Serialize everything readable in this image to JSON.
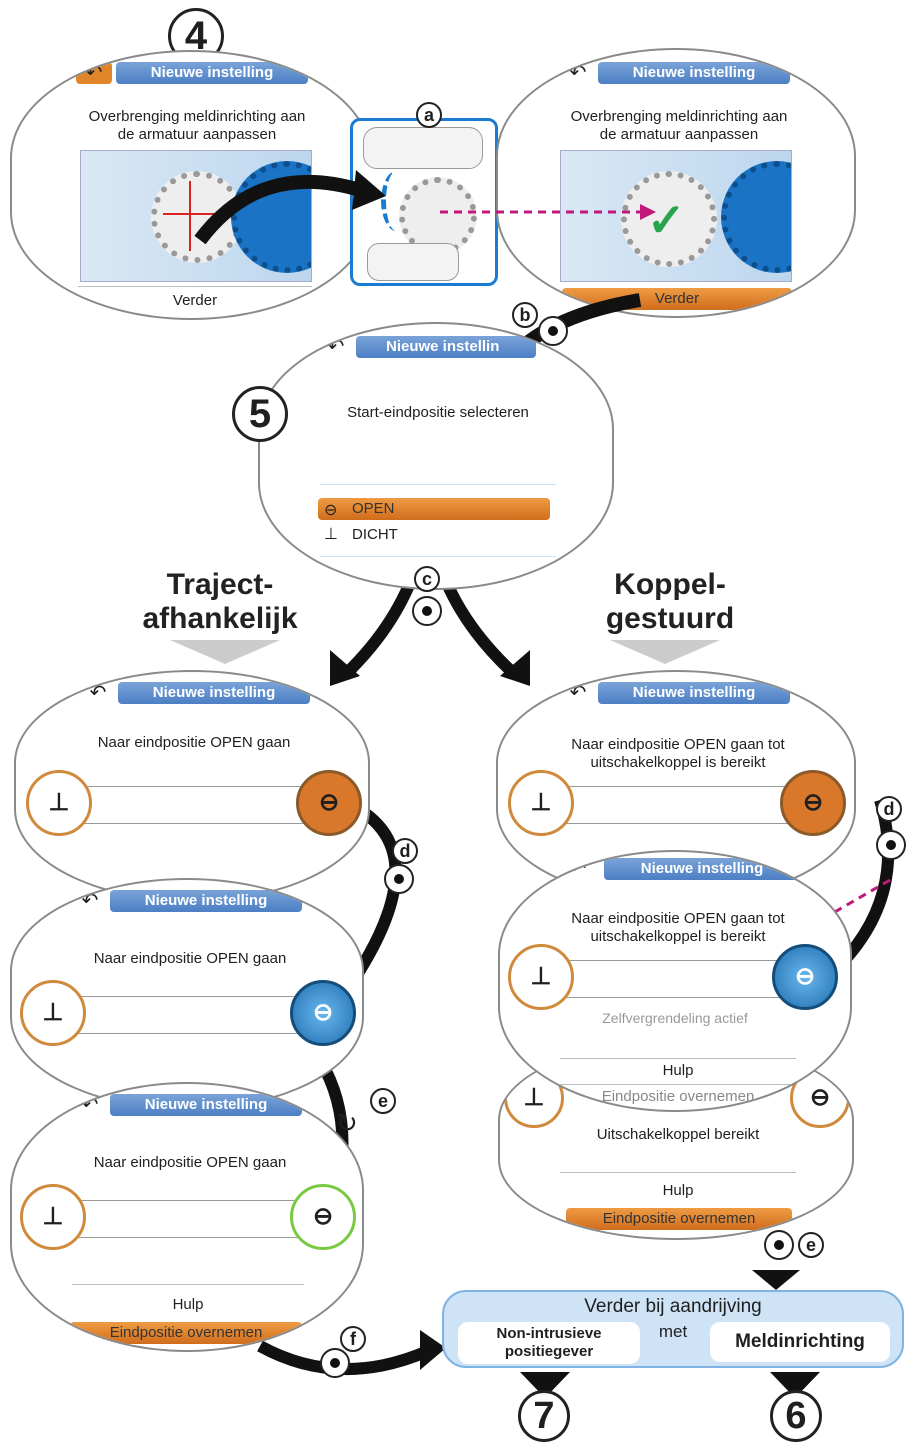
{
  "steps": {
    "s4": "4",
    "s5": "5",
    "s6": "6",
    "s7": "7"
  },
  "letters": {
    "a": "a",
    "b": "b",
    "c": "c",
    "d": "d",
    "e": "e",
    "f": "f"
  },
  "header": "Nieuwe instelling",
  "header_cut": "Nieuwe instellin",
  "back_icon": "↶",
  "screen4": {
    "text1": "Overbrenging meldinrichting aan",
    "text2": "de armatuur aanpassen",
    "button": "Verder"
  },
  "screen5": {
    "title": "Start-eindpositie selecteren",
    "options": [
      "OPEN",
      "DICHT"
    ]
  },
  "branches": {
    "left1": "Traject-",
    "left2": "afhankelijk",
    "right1": "Koppel-",
    "right2": "gestuurd"
  },
  "screensL": {
    "text": "Naar eindpositie OPEN gaan",
    "help": "Hulp",
    "accept": "Eindpositie overnemen"
  },
  "screensR": {
    "text1": "Naar eindpositie OPEN gaan tot",
    "text2": "uitschakelkoppel is bereikt",
    "selflock": "Zelfvergrendeling actief",
    "help": "Hulp",
    "accept": "Eindpositie overnemen",
    "torque": "Uitschakelkoppel bereikt"
  },
  "final": {
    "title": "Verder bij aandrijving",
    "with": "met",
    "left": "Non-intrusieve positiegever",
    "right": "Meldinrichting"
  },
  "colors": {
    "accent_orange": "#e0852a",
    "header_blue": "#4c7fc4",
    "magenta": "#c2187a",
    "green": "#7ac943",
    "box_blue": "#cfe3f6"
  }
}
